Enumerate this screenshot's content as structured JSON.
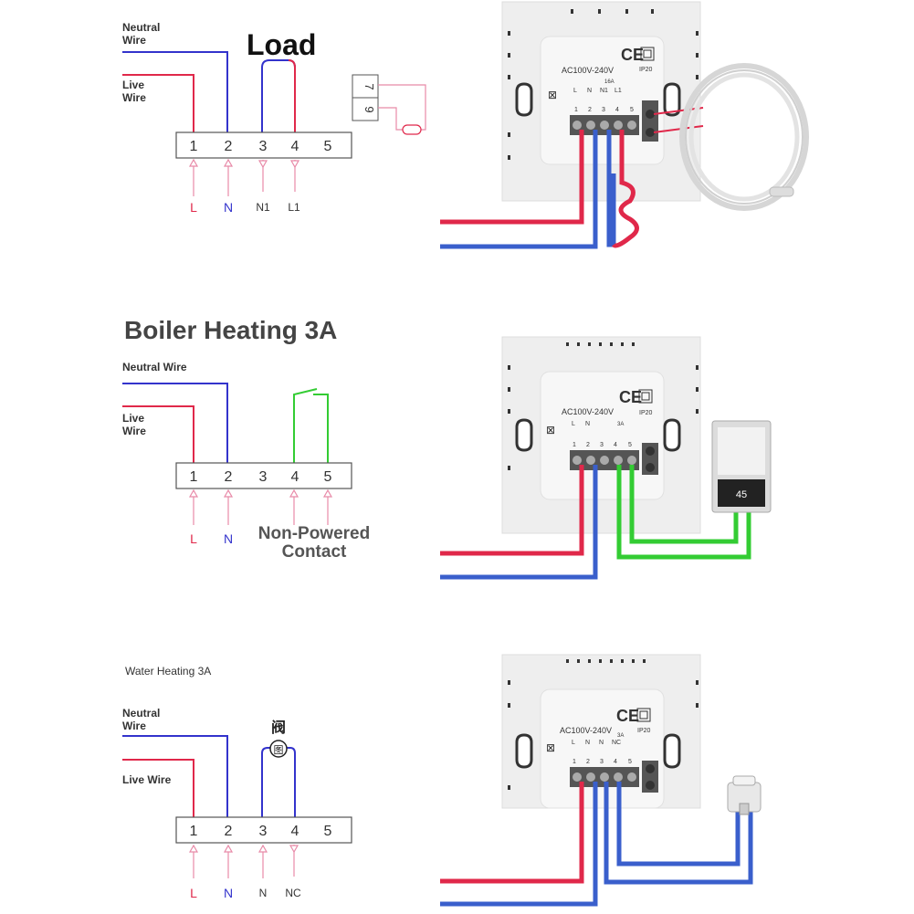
{
  "colors": {
    "neutral": "#3333cc",
    "live": "#e0284a",
    "contact": "#33cc33",
    "arrow": "#e88aa8",
    "text": "#333333",
    "panel": "#efefef"
  },
  "sections": [
    {
      "title": "Load",
      "neutral_label": [
        "Neutral",
        "Wire"
      ],
      "live_label": [
        "Live",
        "Wire"
      ],
      "terminals": [
        "1",
        "2",
        "3",
        "4",
        "5"
      ],
      "bottom_labels": [
        "L",
        "N",
        "N1",
        "L1"
      ],
      "sensor_terminals": [
        "7",
        "9"
      ],
      "device": {
        "voltage": "AC100V-240V",
        "rating": "16A",
        "ip": "IP20",
        "terminals": [
          "L",
          "N",
          "N1",
          "L1",
          ""
        ],
        "numbers": [
          "1",
          "2",
          "3",
          "4",
          "5"
        ]
      }
    },
    {
      "title": "Boiler Heating 3A",
      "neutral_label": [
        "Neutral Wire"
      ],
      "live_label": [
        "Live",
        "Wire"
      ],
      "terminals": [
        "1",
        "2",
        "3",
        "4",
        "5"
      ],
      "bottom_labels": [
        "L",
        "N"
      ],
      "note": [
        "Non-Powered",
        "Contact"
      ],
      "device": {
        "voltage": "AC100V-240V",
        "rating": "3A",
        "ip": "IP20",
        "terminals": [
          "L",
          "N",
          "",
          "",
          ""
        ],
        "numbers": [
          "1",
          "2",
          "3",
          "4",
          "5"
        ],
        "boiler_screen": "45"
      }
    },
    {
      "title": "Water Heating 3A",
      "neutral_label": [
        "Neutral",
        "Wire"
      ],
      "live_label": [
        "Live Wire"
      ],
      "terminals": [
        "1",
        "2",
        "3",
        "4",
        "5"
      ],
      "bottom_labels": [
        "L",
        "N",
        "N",
        "NC"
      ],
      "valve_label": [
        "阀",
        "图"
      ],
      "device": {
        "voltage": "AC100V-240V",
        "rating": "3A",
        "ip": "IP20",
        "terminals": [
          "L",
          "N",
          "N",
          "NC",
          ""
        ],
        "numbers": [
          "1",
          "2",
          "3",
          "4",
          "5"
        ]
      }
    }
  ]
}
